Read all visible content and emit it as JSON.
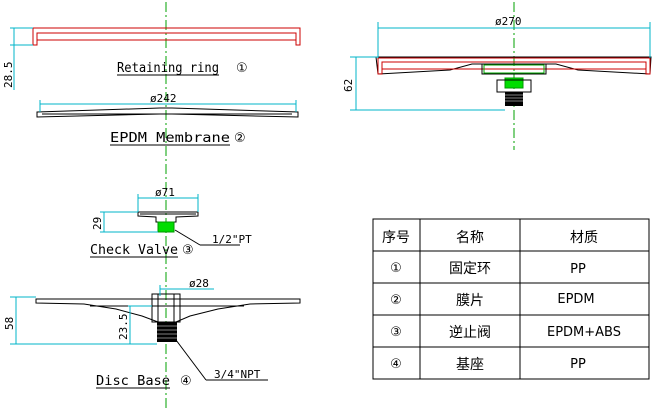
{
  "parts": {
    "retaining_ring": {
      "name": "Retaining ring",
      "num": "①",
      "height_dim": "28.5"
    },
    "membrane": {
      "name": "EPDM Membrane",
      "num": "②",
      "dia_dim": "ø242"
    },
    "check_valve": {
      "name": "Check Valve",
      "num": "③",
      "dia_dim": "ø71",
      "height_dim": "29",
      "thread": "1/2\"PT"
    },
    "disc_base": {
      "name": "Disc Base",
      "num": "④",
      "dia_dim": "ø28",
      "height_dim": "58",
      "sub_dim": "23.5",
      "thread": "3/4\"NPT"
    },
    "assembly": {
      "dia_dim": "ø270",
      "height_dim": "62"
    }
  },
  "table": {
    "headers": [
      "序号",
      "名称",
      "材质"
    ],
    "rows": [
      [
        "①",
        "固定环",
        "PP"
      ],
      [
        "②",
        "膜片",
        "EPDM"
      ],
      [
        "③",
        "逆止阀",
        "EPDM+ABS"
      ],
      [
        "④",
        "基座",
        "PP"
      ]
    ]
  },
  "colors": {
    "outline": "#000000",
    "ring": "#cc0000",
    "dimension": "#00b4c8",
    "centerline": "#00a000",
    "valve": "#00dd00"
  }
}
